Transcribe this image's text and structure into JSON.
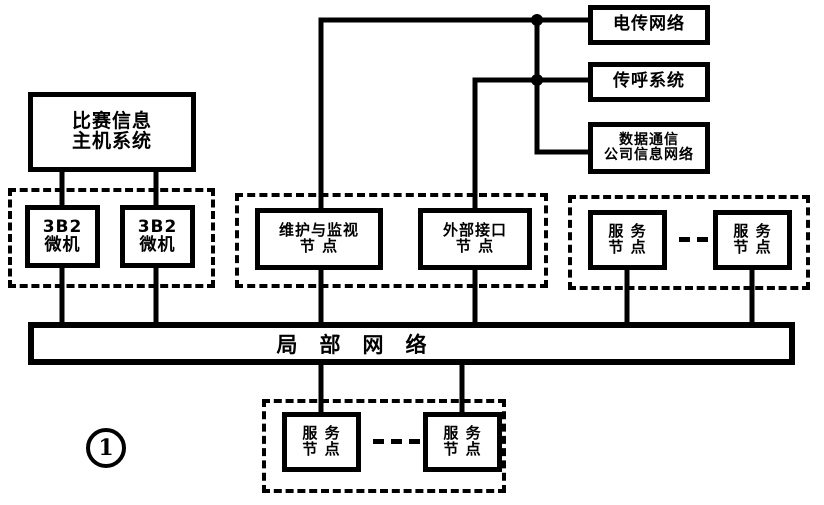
{
  "figure": {
    "number": "1",
    "caption_marker": "circled-figure-number"
  },
  "colors": {
    "ink": "#000000",
    "paper": "#ffffff"
  },
  "external_systems": [
    {
      "id": "telex",
      "label": "电传网络"
    },
    {
      "id": "paging",
      "label": "传呼系统"
    },
    {
      "id": "datacom_l1",
      "label": "数据通信"
    },
    {
      "id": "datacom_l2",
      "label": "公司信息网络"
    }
  ],
  "host": {
    "line1": "比赛信息",
    "line2": "主机系统"
  },
  "workstations": [
    {
      "id": "wks-1",
      "line1": "3B2",
      "line2": "微机"
    },
    {
      "id": "wks-2",
      "line1": "3B2",
      "line2": "微机"
    }
  ],
  "nodes_middle": [
    {
      "id": "maint-node",
      "line1": "维护与监视",
      "line2": "节  点"
    },
    {
      "id": "extif-node",
      "line1": "外部接口",
      "line2": "节  点"
    }
  ],
  "service_nodes_right": [
    {
      "id": "svc-r1",
      "line1": "服  务",
      "line2": "节  点"
    },
    {
      "id": "svc-r2",
      "line1": "服  务",
      "line2": "节  点"
    }
  ],
  "service_nodes_bottom": [
    {
      "id": "svc-b1",
      "line1": "服  务",
      "line2": "节  点"
    },
    {
      "id": "svc-b2",
      "line1": "服  务",
      "line2": "节  点"
    }
  ],
  "bus": {
    "label": "局部网络"
  },
  "groups": [
    {
      "id": "group-workstations",
      "name": "workstation-group"
    },
    {
      "id": "group-middle-nodes",
      "name": "middle-node-group"
    },
    {
      "id": "group-right-service",
      "name": "right-service-group"
    },
    {
      "id": "group-bottom-service",
      "name": "bottom-service-group"
    }
  ]
}
